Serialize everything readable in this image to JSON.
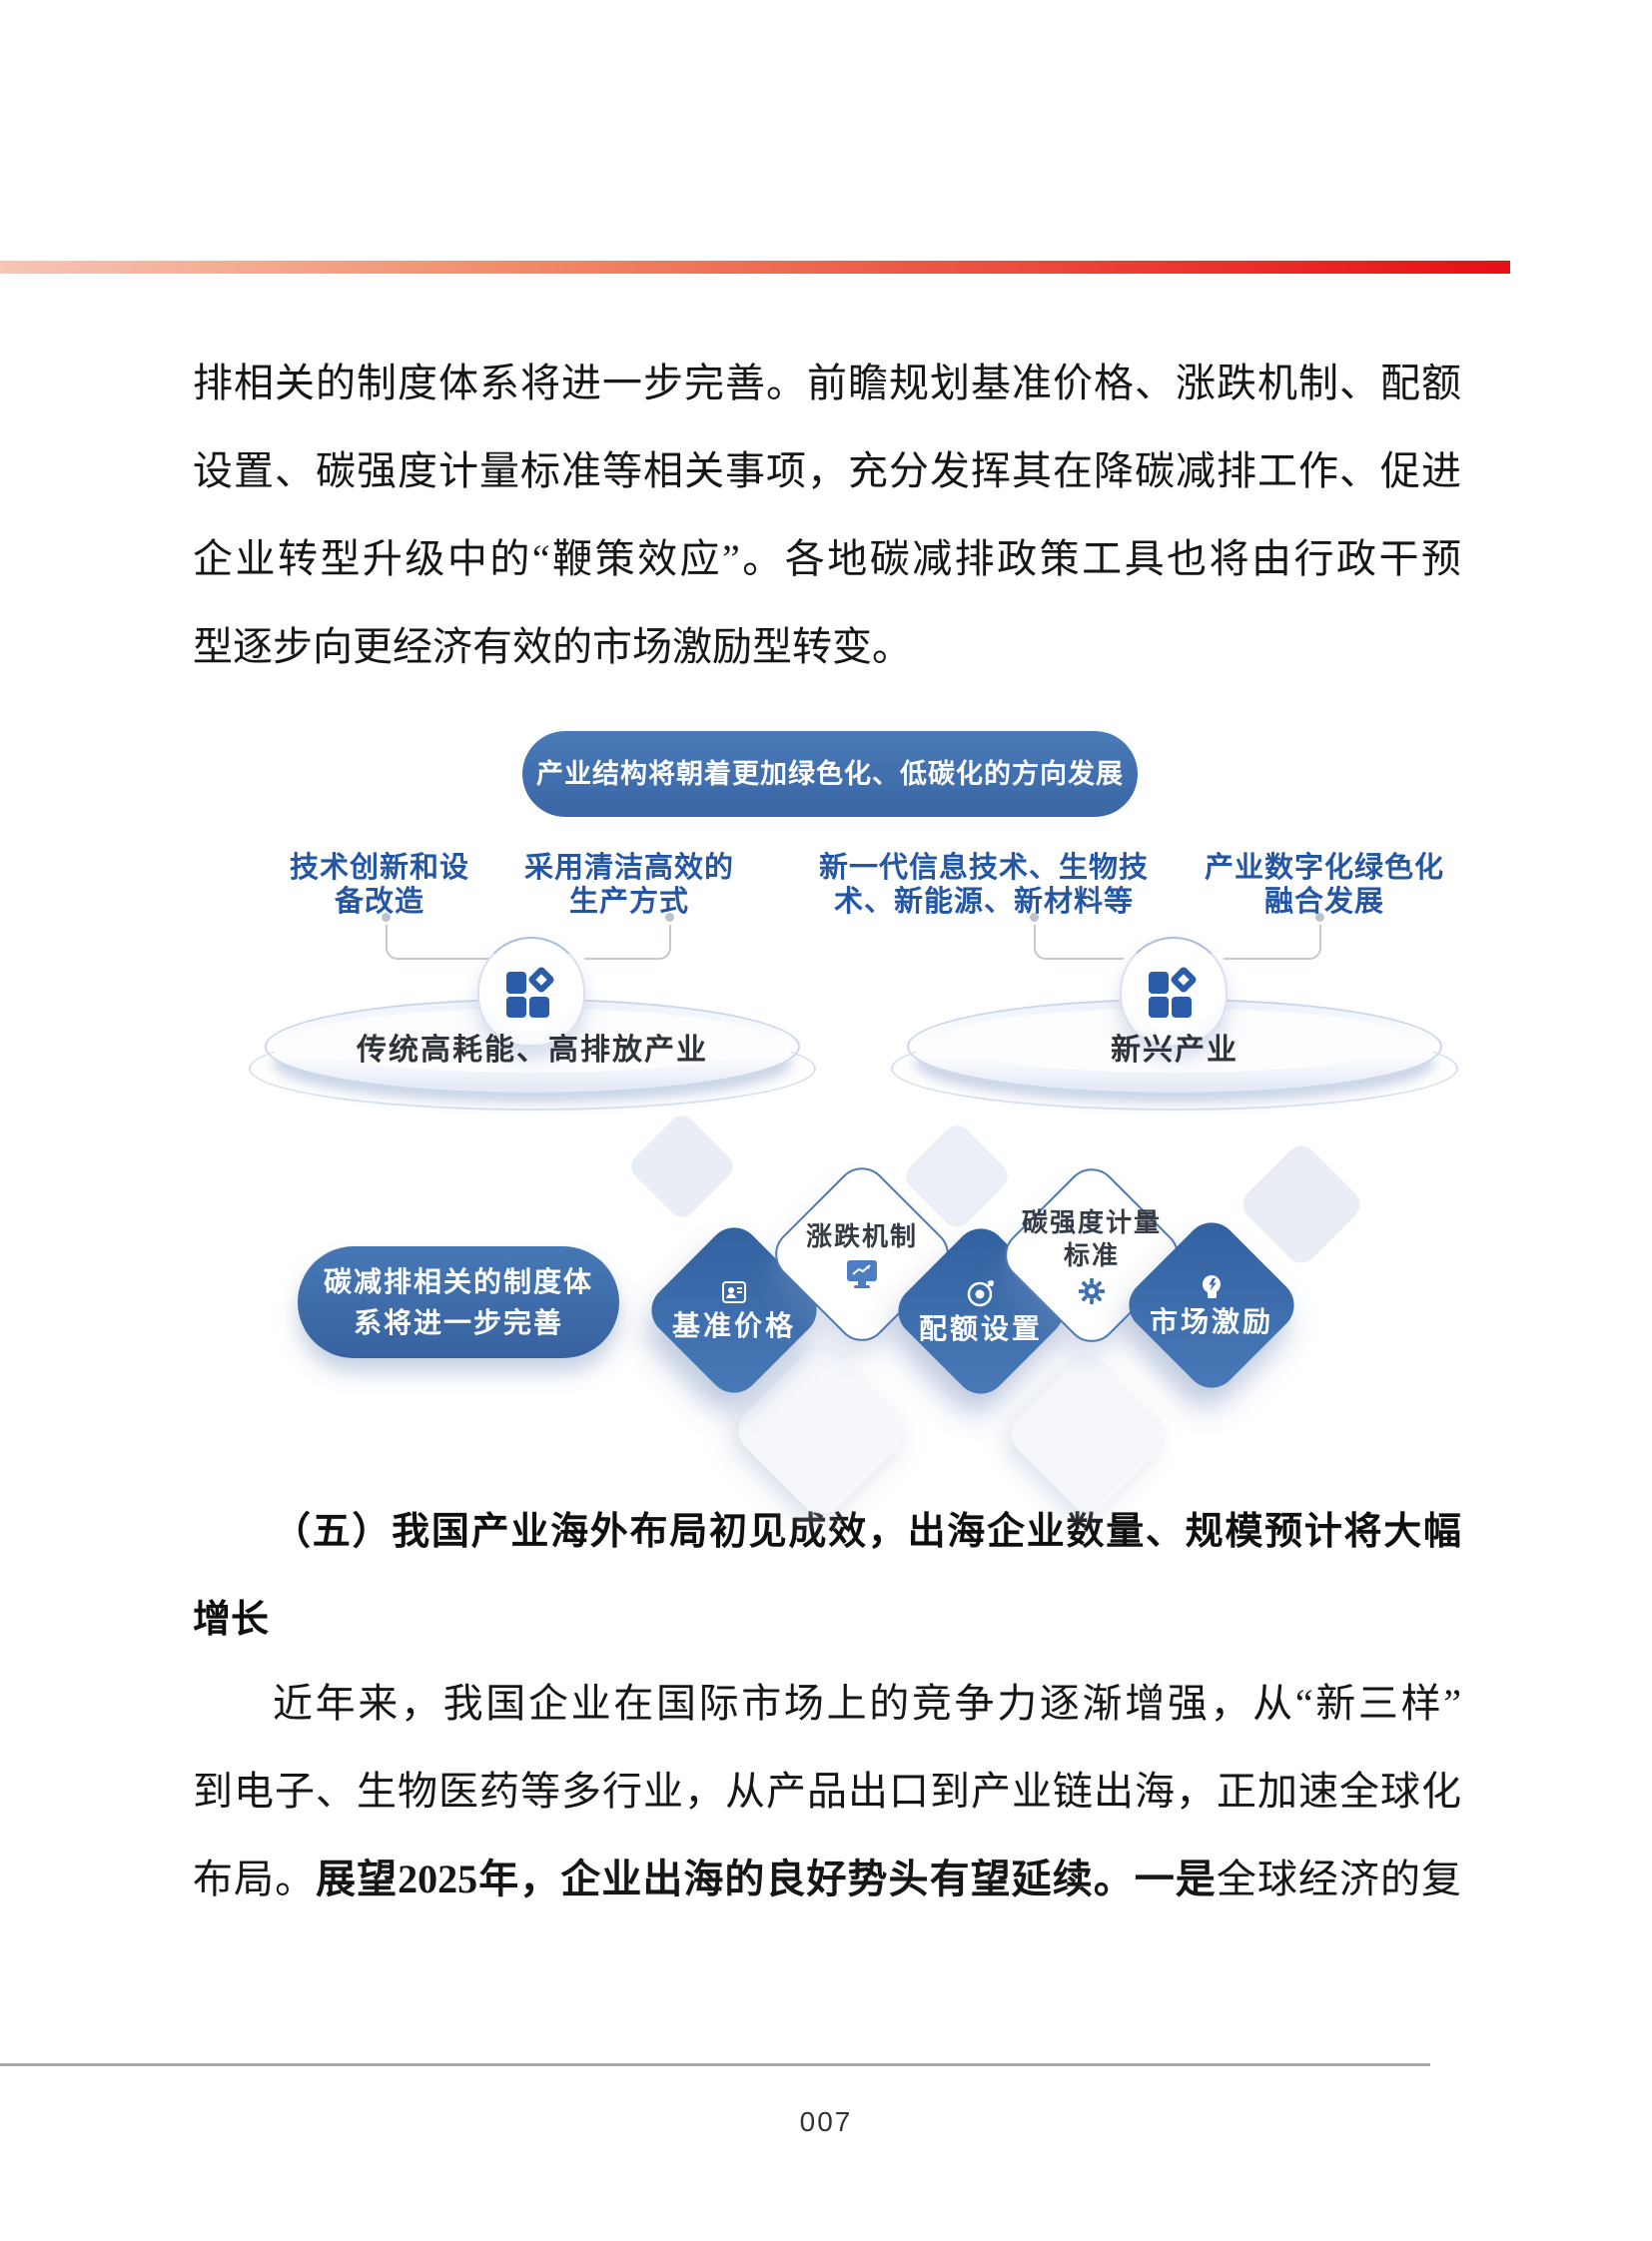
{
  "paragraph1": {
    "lines": [
      "排相关的制度体系将进一步完善。前瞻规划基准价格、涨跌机制、配额",
      "设置、碳强度计量标准等相关事项，充分发挥其在降碳减排工作、促进",
      "企业转型升级中的“鞭策效应”。各地碳减排政策工具也将由行政干预",
      "型逐步向更经济有效的市场激励型转变。"
    ]
  },
  "industry_diagram": {
    "title": "产业结构将朝着更加绿色化、低碳化的方向发展",
    "left": {
      "factor1": [
        "技术创新和设",
        "备改造"
      ],
      "factor2": [
        "采用清洁高效的",
        "生产方式"
      ],
      "base": "传统高耗能、高排放产业"
    },
    "right": {
      "factor1": [
        "新一代信息技术、生物技",
        "术、新能源、新材料等"
      ],
      "factor2": [
        "产业数字化绿色化",
        "融合发展"
      ],
      "base": "新兴产业"
    }
  },
  "policy_diagram": {
    "callout": [
      "碳减排相关的制度体",
      "系将进一步完善"
    ],
    "diamonds": [
      {
        "label": "基准价格",
        "style": "blue",
        "icon": "price-card-icon"
      },
      {
        "label": "涨跌机制",
        "style": "white",
        "icon": "monitor-trend-icon"
      },
      {
        "label": "配额设置",
        "style": "blue",
        "icon": "target-icon"
      },
      {
        "label": "碳强度计量标准",
        "label_lines": [
          "碳强度计量",
          "标准"
        ],
        "style": "white",
        "icon": "gear-icon"
      },
      {
        "label": "市场激励",
        "style": "blue",
        "icon": "insight-head-icon"
      }
    ]
  },
  "section_heading": {
    "lines": [
      "（五）我国产业海外布局初见成效，出海企业数量、规模预计将大幅",
      "增长"
    ]
  },
  "paragraph2": {
    "lines": [
      "近年来，我国企业在国际市场上的竞争力逐渐增强，从“新三样”",
      "到电子、生物医药等多行业，从产品出口到产业链出海，正加速全球化"
    ],
    "line3": {
      "pre": "布局。",
      "bold": "展望2025年，企业出海的良好势头有望延续。一是",
      "post": "全球经济的复"
    }
  },
  "footer": {
    "page_number": "007"
  },
  "colors": {
    "accent_red": "#e60f17",
    "primary_blue": "#3a6cae",
    "icon_blue": "#2a5caa"
  }
}
